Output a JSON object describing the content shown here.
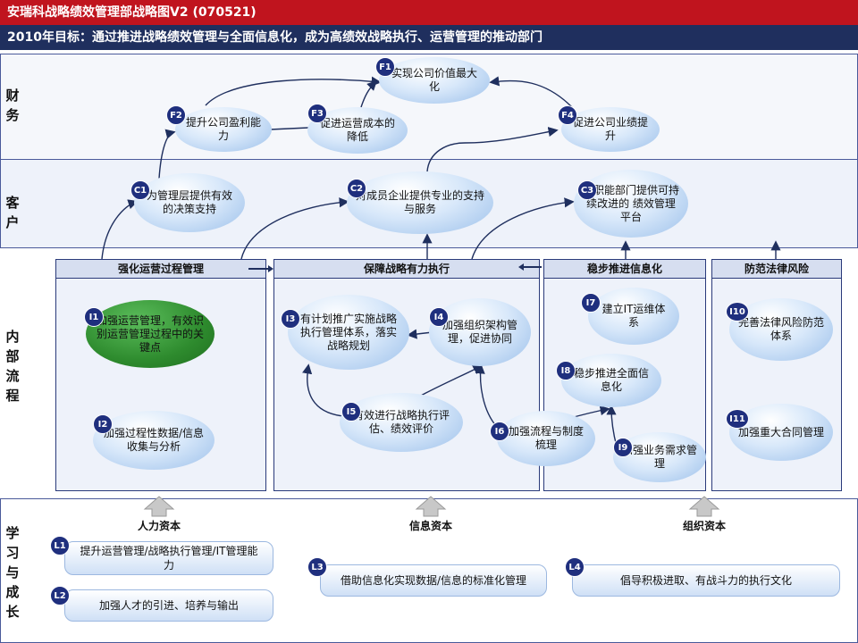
{
  "header": {
    "title": "安瑞科战略绩效管理部战略图V2 (070521)",
    "goal": "2010年目标：通过推进战略绩效管理与全面信息化，成为高绩效战略执行、运营管理的推动部门"
  },
  "layers": {
    "finance": "财务",
    "customer": "客户",
    "internal": "内部流程",
    "learning": "学习与成长"
  },
  "finance": {
    "F1": {
      "id": "F1",
      "text": "实现公司价值最大化"
    },
    "F2": {
      "id": "F2",
      "text": "提升公司盈利能力"
    },
    "F3": {
      "id": "F3",
      "text": "促进运营成本的降低"
    },
    "F4": {
      "id": "F4",
      "text": "促进公司业绩提升"
    }
  },
  "customer": {
    "C1": {
      "id": "C1",
      "text": "为管理层提供有效的决策支持"
    },
    "C2": {
      "id": "C2",
      "text": "对成员企业提供专业的支持与服务"
    },
    "C3": {
      "id": "C3",
      "text": "为职能部门提供可持续改进的 绩效管理平台"
    }
  },
  "process_groups": {
    "g1": "强化运营过程管理",
    "g2": "保障战略有力执行",
    "g3": "稳步推进信息化",
    "g4": "防范法律风险"
  },
  "internal": {
    "I1": {
      "id": "I1",
      "text": "加强运营管理，有效识别运营管理过程中的关键点"
    },
    "I2": {
      "id": "I2",
      "text": "加强过程性数据/信息收集与分析"
    },
    "I3": {
      "id": "I3",
      "text": "有计划推广实施战略执行管理体系，落实战略规划"
    },
    "I4": {
      "id": "I4",
      "text": "加强组织架构管理，促进协同"
    },
    "I5": {
      "id": "I5",
      "text": "有效进行战略执行评估、绩效评价"
    },
    "I6": {
      "id": "I6",
      "text": "加强流程与制度梳理"
    },
    "I7": {
      "id": "I7",
      "text": "建立IT运维体系"
    },
    "I8": {
      "id": "I8",
      "text": "稳步推进全面信息化"
    },
    "I9": {
      "id": "I9",
      "text": "加强业务需求管理"
    },
    "I10": {
      "id": "I10",
      "text": "完善法律风险防范体系"
    },
    "I11": {
      "id": "I11",
      "text": "加强重大合同管理"
    }
  },
  "capitals": {
    "human": "人力资本",
    "info": "信息资本",
    "org": "组织资本"
  },
  "learning": {
    "L1": {
      "id": "L1",
      "text": "提升运营管理/战略执行管理/IT管理能力"
    },
    "L2": {
      "id": "L2",
      "text": "加强人才的引进、培养与输出"
    },
    "L3": {
      "id": "L3",
      "text": "借助信息化实现数据/信息的标准化管理"
    },
    "L4": {
      "id": "L4",
      "text": "倡导积极进取、有战斗力的执行文化"
    }
  },
  "colors": {
    "title_bg": "#c0141e",
    "goal_bg": "#1f2f5e",
    "badge": "#1f2f7e",
    "highlight": "#2e8b2e"
  }
}
